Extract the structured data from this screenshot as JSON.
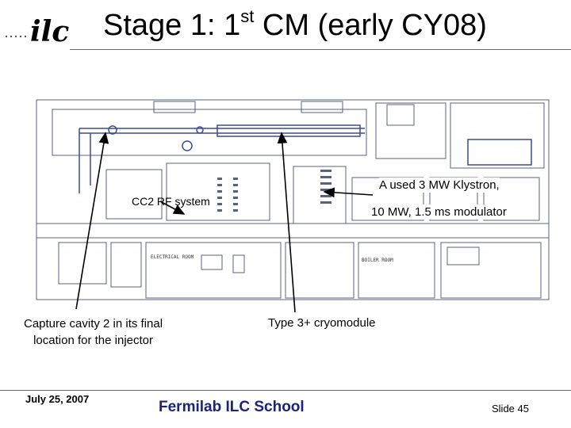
{
  "logo": {
    "text": "ilc"
  },
  "title": {
    "prefix": "Stage 1: 1",
    "superscript": "st",
    "suffix": " CM (early CY08)"
  },
  "drawing": {
    "rooms": [
      "ELECTRICAL ROOM",
      "BOILER ROOM"
    ]
  },
  "callouts": {
    "cc2": "CC2 RF system",
    "klystron": "A used 3 MW Klystron,",
    "modulator": "10 MW, 1.5 ms modulator",
    "capture_line1": "Capture cavity 2 in its final",
    "capture_line2": "location for  the injector",
    "cryomodule": "Type 3+ cryomodule"
  },
  "footer": {
    "date": "July 25, 2007",
    "school": "Fermilab ILC School",
    "slide": "Slide 45"
  },
  "colors": {
    "accent": "#1a237e",
    "drawing_line": "#3b4a9c"
  }
}
